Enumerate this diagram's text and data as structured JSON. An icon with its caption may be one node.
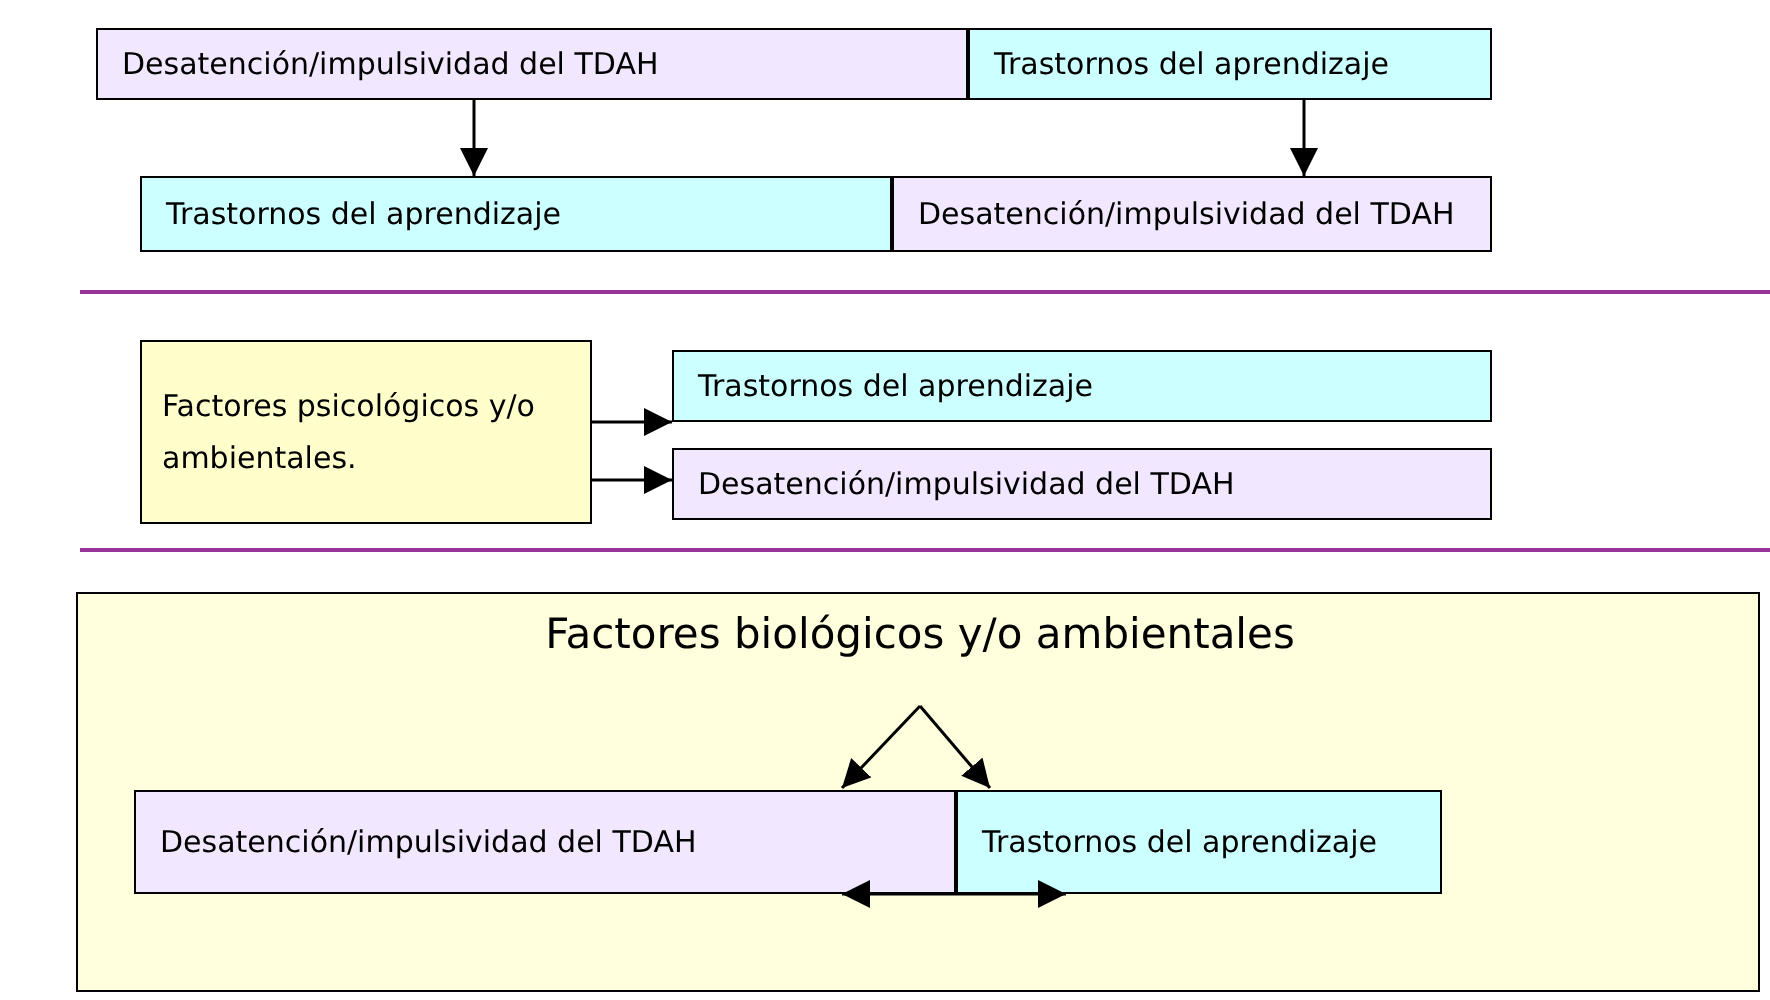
{
  "diagram": {
    "nodes": [
      {
        "text": [
          "Desatención/impulsividad del TDAH"
        ]
      },
      {
        "text": [
          "Trastornos del aprendizaje"
        ]
      },
      {
        "text": [
          "Trastornos del aprendizaje"
        ]
      },
      {
        "text": [
          "Desatención/impulsividad del TDAH"
        ]
      },
      {
        "text": [
          "Factores psicológicos y/o ambientales."
        ]
      },
      {
        "text": [
          "Trastornos del aprendizaje"
        ]
      },
      {
        "text": [
          "Desatención/impulsividad del TDAH"
        ]
      },
      {
        "text": [],
        "shape": "box"
      },
      {
        "text": [
          "Factores biológicos y/o ambientales"
        ],
        "in": 7
      },
      {
        "text": [
          "Desatención/impulsividad del TDAH"
        ],
        "in": 7
      },
      {
        "text": [
          "Trastornos del aprendizaje"
        ],
        "in": 7
      }
    ],
    "edges": [
      {
        "from": 0,
        "to": 2,
        "arrow": "to"
      },
      {
        "from": 1,
        "to": 3,
        "arrow": "to"
      },
      {
        "from": 4,
        "to": 5,
        "arrow": "to"
      },
      {
        "from": 4,
        "to": 6,
        "arrow": "to"
      },
      {
        "from": 8,
        "to": 9,
        "arrow": "to"
      },
      {
        "from": 8,
        "to": 10,
        "arrow": "to"
      },
      {
        "from": 9,
        "to": 10,
        "arrow": "both"
      }
    ]
  }
}
